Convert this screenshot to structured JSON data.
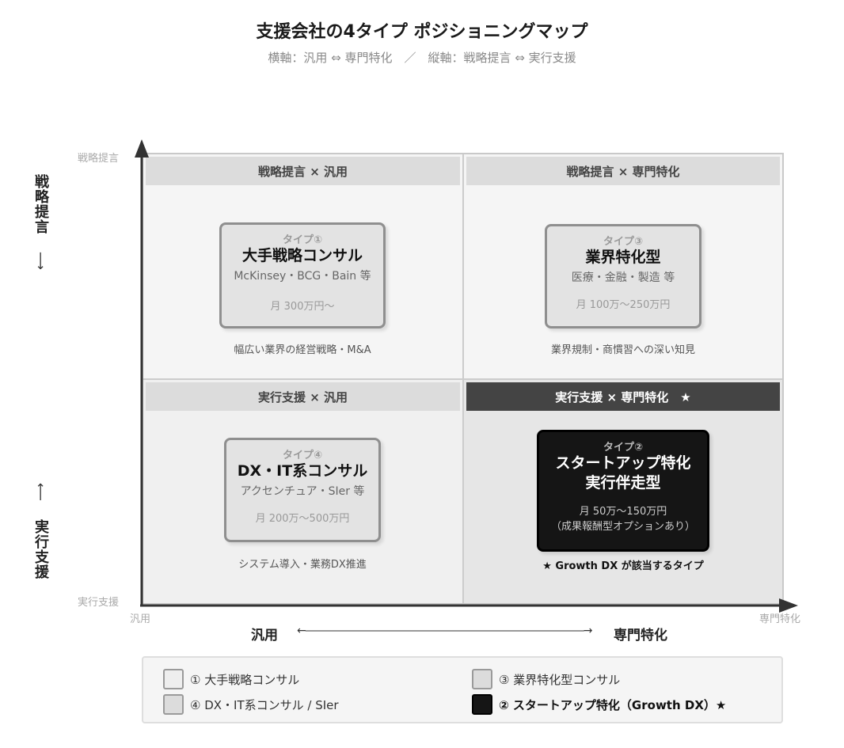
{
  "title": "支援会社の4タイプ ポジショニングマップ",
  "subtitle": "横軸：汎用 ⇔ 専門特化　／　縦軸：戦略提言 ⇔ 実行支援",
  "axes": {
    "y_top_small": "戦略提言",
    "y_bottom_small": "実行支援",
    "x_left_small": "汎用",
    "x_right_small": "専門特化",
    "y_top_big": "戦略提言",
    "y_bottom_big": "実行支援",
    "x_left_big": "汎用",
    "x_right_big": "専門特化",
    "x_arrow": "←―――――――――――――――――――――――――――→",
    "y_arrow_up": "⟶",
    "y_arrow_down": "⟵"
  },
  "quadrants": {
    "top_left": {
      "header": "戦略提言 × 汎用",
      "type": "タイプ①",
      "name": "大手戦略コンサル",
      "examples": "McKinsey・BCG・Bain 等",
      "price": "月 300万円〜",
      "caption": "幅広い業界の経営戦略・M&A"
    },
    "top_right": {
      "header": "戦略提言 × 専門特化",
      "type": "タイプ③",
      "name": "業界特化型",
      "examples": "医療・金融・製造 等",
      "price": "月 100万〜250万円",
      "caption": "業界規制・商慣習への深い知見"
    },
    "bottom_left": {
      "header": "実行支援 × 汎用",
      "type": "タイプ④",
      "name": "DX・IT系コンサル",
      "examples": "アクセンチュア・SIer 等",
      "price": "月 200万〜500万円",
      "caption": "システム導入・業務DX推進"
    },
    "bottom_right": {
      "header": "実行支援 × 専門特化　★",
      "type": "タイプ②",
      "name_line1": "スタートアップ特化",
      "name_line2": "実行伴走型",
      "price": "月 50万〜150万円",
      "price_note": "（成果報酬型オプションあり）",
      "caption": "★ Growth DX が該当するタイプ"
    }
  },
  "legend": {
    "items": [
      {
        "label": "① 大手戦略コンサル",
        "swatch": "#eeeeee"
      },
      {
        "label": "③ 業界特化型コンサル",
        "swatch": "#dcdcdc"
      },
      {
        "label": "④ DX・IT系コンサル / SIer",
        "swatch": "#dcdcdc"
      },
      {
        "label": "② スタートアップ特化（Growth DX）★",
        "swatch": "#151515"
      }
    ]
  },
  "colors": {
    "highlight_header": "#444444",
    "highlight_card": "#151515",
    "axis": "#333333"
  }
}
